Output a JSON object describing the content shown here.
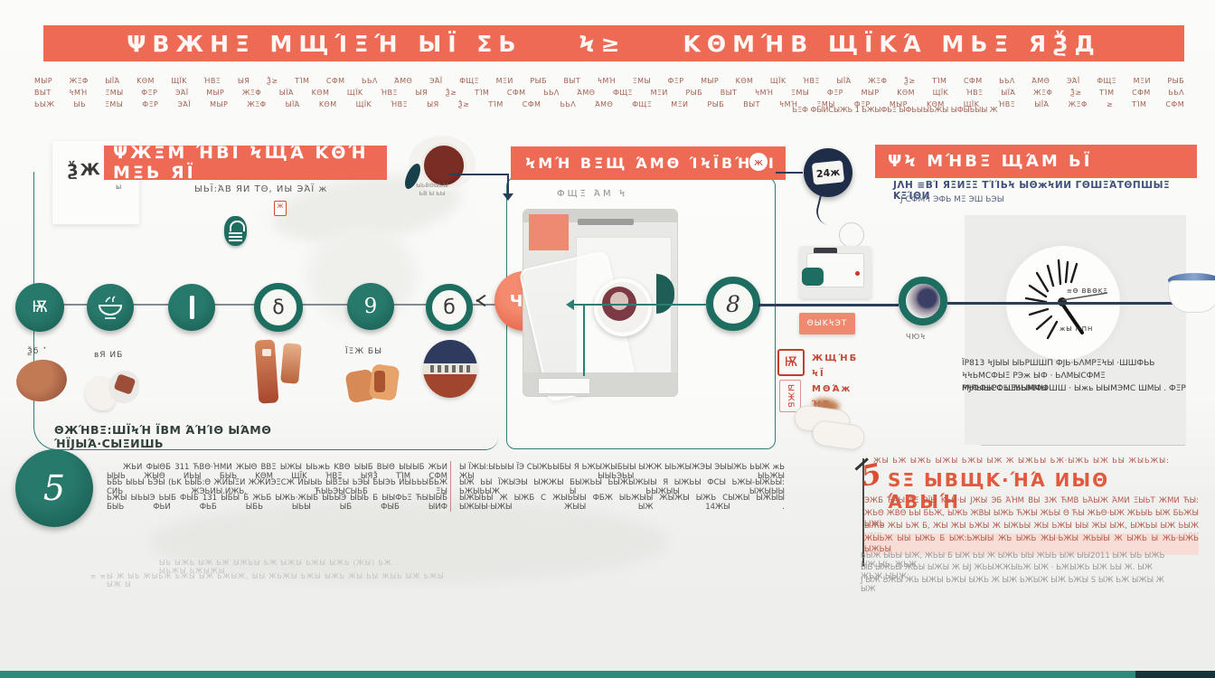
{
  "colors": {
    "accent_orange": "#ed6a55",
    "teal": "#1d6e61",
    "navy": "#1f2d49",
    "red_text": "#b5584a",
    "footer_strip": "#2a8a7c"
  },
  "banner": {
    "title": "ΨΒЖΗΞ ΜЩΊΞΉ ЫΪ ΣЬ    Ϟ≥    ΚΘΜΉΒ ЩΪΚΆ ΜЬΞ ЯѮД"
  },
  "intro": {
    "lines": [
      "МЫР ЖΞΦ ЫΪΆ ΚΘΜ ЩΪΚ ΉΒΞ ЫЯ Ѯ≥ ΤΊМ СФМ ЬЬΛ ΆΜΘ ЭΆΪ ФЩΞ МΞИ РЫБ ΒЫΤ ϞМΉ ΞМЫ ФΞР МЫР ΚΘМ ЩΪΚ ΉΒΞ ЫΪΆ ЖΞΦ Ѯ≥ ΤΊМ СФМ ЬЬΛ ΆΜΘ ЭΆΪ ФЩΞ МΞИ РЫБ",
      "ΒЫΤ ϞМΉ ΞМЫ ФΞР ЭΆΪ МЫР ЖΞΦ ЫΪΆ ΚΘМ ЩΪΚ ΉΒΞ ЫЯ Ѯ≥ ΤΊМ СФМ ЬЬΛ ΆΜΘ ФЩΞ МΞИ РЫБ ΒЫΤ ϞМΉ ΞМЫ ФΞР МЫР ΚΘМ ЩΪΚ ΉΒΞ ЫΪΆ ЖΞΦ Ѯ≥ ΤΊМ СФМ ЬЬΛ",
      "ЬЫЖ ЫЬ ΞМЫ ФΞР ЭΆΪ МЫР ЖΞΦ ЫΪΆ ΚΘМ ЩΪΚ ΉΒΞ ЫЯ Ѯ≥ ΤΊМ СФМ ЬЬΛ ΆΜΘ ФЩΞ МΞИ РЫБ ΒЫΤ ϞМΉ ΞМЫ ФΞР МЫР ΚΘМ ЩΪΚ ΉΒΞ ЫΪΆ ЖΞΦ ≥ ΤΊМ СФМ"
    ],
    "center_line": "ЬΞФ ФЫИСЫЖЬ 1 ЬЖЫФЬΞ ЫФЬЫЫЬЖЫ ЫФЫЬЫЫ Ж"
  },
  "stamp_card": {
    "glyphs": "ѮЖ",
    "sub": "ы"
  },
  "left_panel": {
    "header": "ΨЖΞΜ ΉΒΪ ϞЩΆ ΚΘΉ ΜΞЬ ЯΪ",
    "subtitle": "ЫЬΪ:ΆΒ ЯИ ΤΘ, ИЫ ЭΆΪ ж",
    "mini_badge": "ж",
    "footer_note": "ΘЖΉΒΞ:ШΪϞΉ ΪΒМ ΆΉΊΘ ЫΆМΘ ΉΪЈЫΆ·СЫΞИШЬ",
    "glass_caption_1": "ЫЬΒΘЫЬЫ",
    "glass_caption_2": "ЬΒ Ы ЬЫ"
  },
  "timeline": {
    "steps": [
      {
        "glyph": "Ѭ",
        "caption": "Ѯб ˟"
      },
      {
        "glyph": "",
        "caption": "вЯ ИБ"
      },
      {
        "glyph": "",
        "caption": ""
      },
      {
        "glyph": "δ",
        "caption": ""
      },
      {
        "glyph": "9",
        "caption": "ЇΞЖ БЫ"
      },
      {
        "glyph": "б",
        "caption": ""
      }
    ],
    "red_node_glyph": "Чж",
    "node8_glyph": "8",
    "lens_caption": "ЧЮϞ"
  },
  "middle_panel": {
    "header": "ϞМΉ ΒΞЩ ΆΜΘ ΊϞΪΒΉ ΙΙ",
    "header_icon": "ж",
    "machine_caption": "ФЩΞ ΆМ Ϟ"
  },
  "connector": {
    "badge_text": "24ж"
  },
  "mid_column": {
    "label": "ΘЫΚϞЭΤ",
    "stamp_glyph": "Ѭ",
    "stamp2_glyph": "ЫЖБ",
    "red_lines": [
      "ЖЩΉБ ϞΪ",
      "ΜΘΆж ΉΒ",
      "МΆЫ ΪΉж"
    ]
  },
  "right_panel": {
    "header": "ΨϞ МΉΒΞ ЩΆΜ ЬΪ",
    "sub1": "ЈΛΗ ≡ΒΊ ЯΞИΞΞ ΤΊΊЬϞ ЫΘжϞИИ ΓΘШΞΆΤΘΠШЫΞ ΚΞΊΘИ",
    "sub2": "Ј СФМϞ ЭФЬ МΞ ЭШ ЬЭЫ",
    "clock_note1": "≡Θ ΒΒΘΚΞ",
    "clock_note2": "жЫ МΠΗ",
    "body_lines": [
      "ЇР813 ϞЈЫЫ ЫЬРШШΠ ФЈЬ·ЬΛМРΞϞЫ ·ШШФЬЬ",
      "ϞϞЬМСФЫΞ РЭж ЫФ · ЬΛМЫСФМΞ МЈРЫЫСФЫΞЬЬММЫ",
      "РϞФФЬРС ШМЫМФФШШ · Ыжь ЫЫМЭМС ШМЫ . ФΞР"
    ],
    "footnote": "МЫ ЫРЫ МФΞМЫ ЫМЈРΞМΤ ЇЫΤЈ · РϞ РЫФ ЫРЫМР"
  },
  "section5": {
    "number": "5",
    "lines": [
      "ЖЬИ ФЫΘБ 311 ЋΒΘ·ΉΜИ ЖЫΘ ΒΒΞ ЫЖЫ ЫЬжЬ ΚΒΘ ЫЫБ ΒЫΘ ЫЫЫБ ЖЬИ ЫЫЬ ЖЫΘ ИЬЫ БЫЬ ΚΘМ ЩΪΚ ΉΒΞ ЫЯѮ ΤΊМ СФМ",
      "ЬБЬ ЫЬЫ ЬЭЫ (ЬΚ ЬЫБ:Θ ЖИЫΞИ ЖЖИЭΞСЖ ИЫЫЬ ЫΒΞЫ ЬЭЫ ЬЫЭЬ ИЫЬЬЫБЬЖ СИЬ ЖЭЬИЫ.ИЖЬ.  ЋЫЬЭЫСЫЬБ ΞЫ",
      "ЬЖЫ ЫЬЫЭ ЬЫБ ФЫБ 131 ЫБЫ Б ЖЬБ ЫЖЬ·ЖЫБ ЫЬЫЭ ЫЫЬ Б ЫЫФЬΞ ЋЫЫЫБ БЫЬ ФЬИ ФЬБ ЫБЬ ЫЬЫ ЫБ ФЫБ ЫИФ"
    ]
  },
  "mid_paragraph": {
    "lines": [
      "Ы ЇЖЫ:ЫЬЫЫ ЇЭ СЫЖЬЫБЫ Я ЬЖЫЖЫБЫЫ ЫЖЖ ЫЬЖЫЖЭЫ ЭЫЫЖЬ ЬЫЖ жЬ ЖЫ ЫЫЬЭЬЫ ЫЬЖЫ",
      "ЫЖ ЬЫ ЇЖЫЭЫ ЫЖЖЫ БЫЖЬЫ ЬЫЖЫЖЫЫ Я ЫЖЬЫ ФСЫ ЬЖЫ-ЫЖЬЫ: ЬЖЫЬЫЖ Ы ЬЫЖЫЫ ЫЖЫЫЫ",
      "ЫЖЫЬЫ Ж ЫЖБ С ЖЫЬЫЫ ФБЖ ЫЬЖЫЫ ЖЫЖЫ ЫЖЬ СЫЖЫ ЫЖЫЫ ЫЖЫЫ·ЫЖЫ ЖЫЫ ЫЖ 14ЖЫ ."
    ]
  },
  "right_section": {
    "topline": "ЖЫ ЬЖ ЫЖЬ ЫЖЫ ЬЖЫ ЫЖ Ж ЫЖЬЫ ЬЖ·ЫЖЬ    ЫЖ ЬЫ ЖЫЬЖЫ:",
    "accent": "5",
    "heading": "ЅΞ ЫΒЩΚ·ΉΆ ИЫΘ ΆΒЫΉ",
    "red_lines": [
      "ЭЖБ ЋΆЫ ΆΞ ЭΪЫ ΚЬИ·Ы ЈЖЫ ЭБ ΆΉМ ΒЫ 3Ж ЋМΒ ЬΆЫЖ ΆМИ ΞЫЬΤ ЖМИ ЋЫ:",
      "ЖЬΘ ЖΒΘ ЬЫ БЬЖ, ЫЖЬ ЖΒЫ ЫЖЬ ЋЖЫ ЖЬЫ Θ ЋЫ ЖЬΘ·ЫЖ ЖЬЫЬ ЫЖ БЬЖЫ ЫЖЬ",
      "ЫЖЬ ЖЫ ЬЖ Б, ЖЫ ЖЫ ЬЖЫ Ж ЫЖЬЫ ЖЫ ЬЖЫ ЫЫ ЖЫ ЫЖ, ЫЖЬЫ ЫЖ ЬЫЖ ЫЖЬ ЫЖ",
      "ЖЫЬЖ ЫЫ ЫЖЬ Б ЫЖ:ЬЖЫЫ ЖЬ ЫЖЬ ЖЫ·ЬЖЫ ЖЬЫЫ Ж ЫЖЬ Ы ЖЬ·ЫЖЬ ЫЖЬЫ"
    ],
    "grey_lines": [
      "ЬЫЖ ЫЬЫ ЫЖ, ЖЬЫ Б ЫЖ ЬЫ Ж ЫЖЬ ЫЫ ЖЫЬ ЫЖ ЫЫ2011 ЫЖ ЫЬ ЫЖЬ ЫЖ ЫЬ. ЖЬЖ",
      "ЫЬ ЫЖЬЫ ЖЬЫ ЫЖЫ Ж ЫЈ ЖЬЫЖЖЫЬЖ ЫЖ · ЬЖЫЖЬ ЫЖ ЬЫ Ж. ЫЖ ЖЬЖ ЫЫЖ:",
      "Ј ЫЖ ЬЖЫ ЖЬ ЫЖЫ ЬЖЫ ЫЖЬ Ж ЫЖ ЬЖЫЖ ЫЖ ЬЖЫ Ѕ ЫЖ ЬЖ ЫЖЫ Ж ЫЖ"
    ]
  },
  "bottom_note": {
    "lines": [
      "ЫЬ ЫЖЬ ЫЖ ЬЖ ЫЖЬЫ ЬЖ ЫЖЫ ЬЖЫ ЫЖЬ (ЖЫ) ЬЖ . ЫЬЖЫ ЬЖЫЖЫ",
      "Ы Ж ЫЬ ЖЫЬЖ ЬЖЫ ЫЖ ЬЖЫЖ, ЫЫ ЖЬЖЫ ЬЖЫ ЫЖЬ ЖЫ ЬЫ ЖЫЬ ЫЖ ЬЖЫ ЫЖ Ы"
    ],
    "ticks": "≡ ≡"
  }
}
